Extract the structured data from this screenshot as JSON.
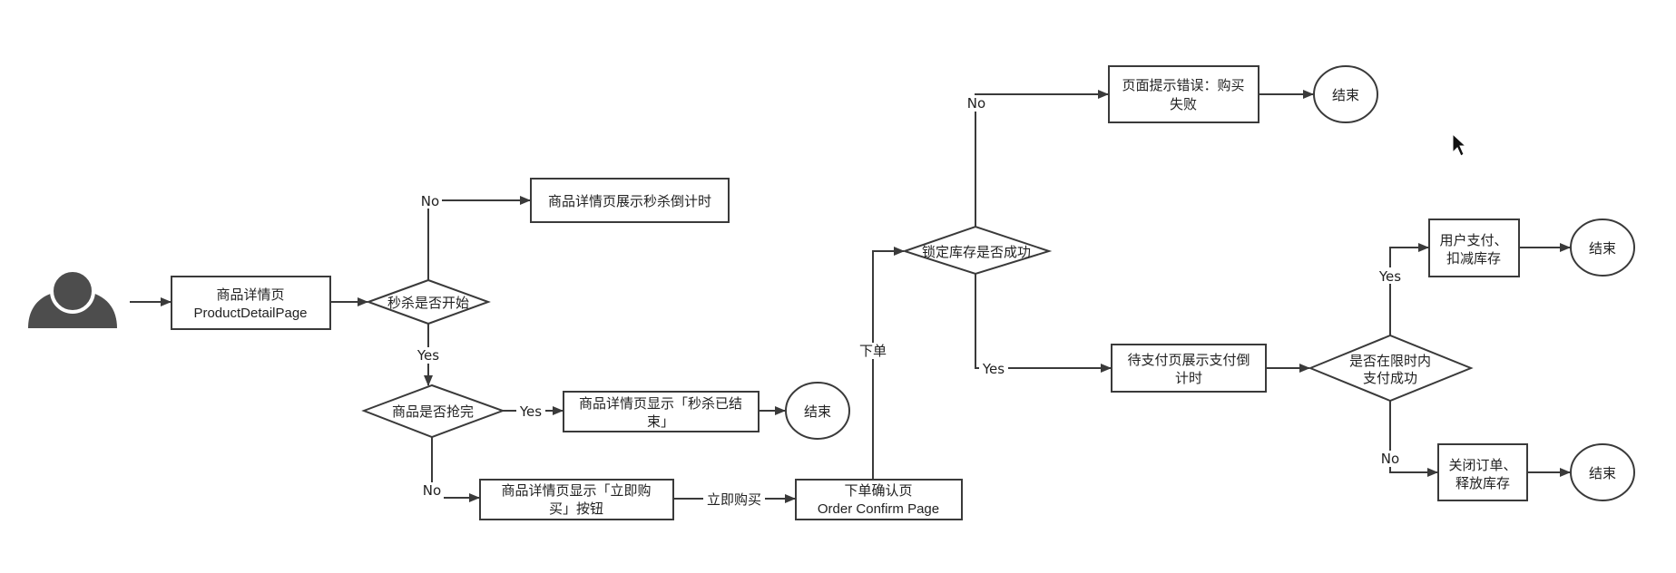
{
  "colors": {
    "stroke": "#3a3a3a",
    "text": "#222222",
    "user_icon": "#4d4d4d",
    "background": "#ffffff"
  },
  "icons": {
    "actor": "user-icon",
    "pointer": "mouse-cursor-icon"
  },
  "nodes": {
    "product_detail": {
      "line1": "商品详情页",
      "line2": "ProductDetailPage"
    },
    "seckill_started": {
      "text": "秒杀是否开始"
    },
    "show_countdown": {
      "text": "商品详情页展示秒杀倒计时"
    },
    "sold_out": {
      "text": "商品是否抢完"
    },
    "show_ended": {
      "line1": "商品详情页显示「秒杀已结",
      "line2": "束」"
    },
    "end_1": {
      "text": "结束"
    },
    "show_buy_button": {
      "line1": "商品详情页显示「立即购",
      "line2": "买」按钮"
    },
    "order_confirm": {
      "line1": "下单确认页",
      "line2": "Order Confirm Page"
    },
    "lock_stock": {
      "text": "锁定库存是否成功"
    },
    "error_page": {
      "line1": "页面提示错误：购买",
      "line2": "失败"
    },
    "end_2": {
      "text": "结束"
    },
    "pending_payment": {
      "line1": "待支付页展示支付倒",
      "line2": "计时"
    },
    "paid_in_time": {
      "line1": "是否在限时内",
      "line2": "支付成功"
    },
    "user_pays": {
      "line1": "用户支付、",
      "line2": "扣减库存"
    },
    "end_3": {
      "text": "结束"
    },
    "close_order": {
      "line1": "关闭订单、",
      "line2": "释放库存"
    },
    "end_4": {
      "text": "结束"
    }
  },
  "edges": {
    "started_no": "No",
    "started_yes": "Yes",
    "sold_out_yes": "Yes",
    "sold_out_no": "No",
    "buy_now": "立即购买",
    "place_order": "下单",
    "lock_no": "No",
    "lock_yes": "Yes",
    "paid_yes": "Yes",
    "paid_no": "No"
  }
}
